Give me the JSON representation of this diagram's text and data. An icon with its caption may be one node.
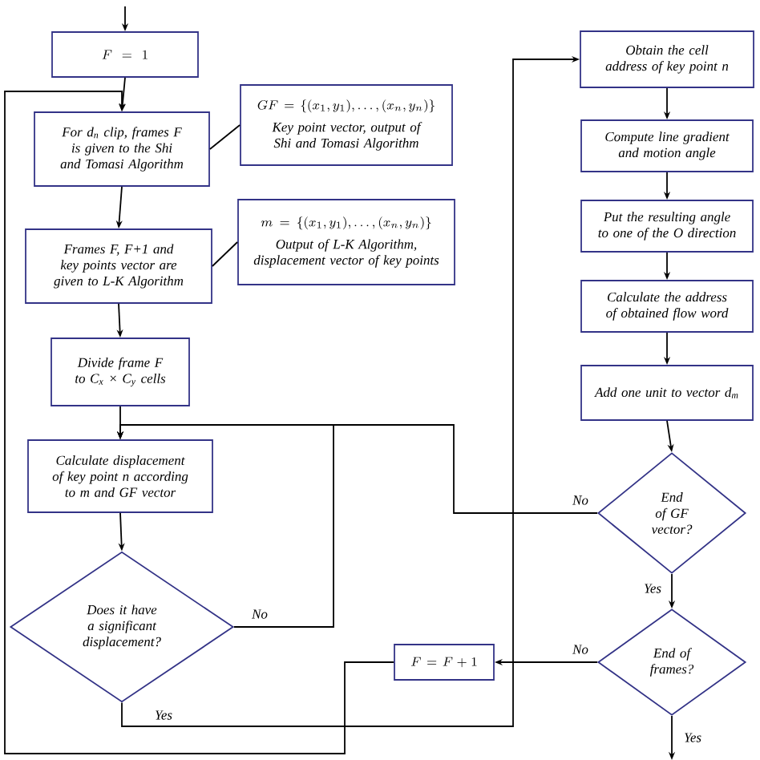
{
  "diagram": {
    "nodes": [
      {
        "text": [
          "F = 1"
        ]
      },
      {
        "text": [
          "For d$_{n}$ clip, frames F is given to the Shi and Tomasi Algorithm"
        ]
      },
      {
        "text": [
          "GF = \\{(x_1, y_1), \\dots, (x_n, y_n)\\}",
          "Key point vector, output of Shi and Tomasi Algorithm"
        ]
      },
      {
        "text": [
          "Frames F, F+1 and key points vector are given to L-K Algorithm"
        ]
      },
      {
        "text": [
          "m = \\{(x_1, y_1), \\dots, (x_n, y_n)\\}",
          "Output of L-K Algorithm, displacement vector of key points"
        ]
      },
      {
        "text": [
          "Divide frame F to C$_{x}$ × C$_{y}$ cells"
        ]
      },
      {
        "text": [
          "Calculate displacement of key point n according to m and GF vector"
        ]
      },
      {
        "text": [
          "Does it have a significant displacement?"
        ]
      },
      {
        "text": [
          "F = F + 1"
        ]
      },
      {
        "text": [
          "Obtain the cell address of key point n"
        ]
      },
      {
        "text": [
          "Compute line gradient and motion angle"
        ]
      },
      {
        "text": [
          "Put the resulting angle to one of the O direction"
        ]
      },
      {
        "text": [
          "Calculate the address of obtained flow word"
        ]
      },
      {
        "text": [
          "Add one unit to vector d$_{m}$"
        ]
      },
      {
        "text": [
          "End of GF vector?"
        ]
      },
      {
        "text": [
          "End of frames?"
        ]
      }
    ],
    "edges": [
      {
        "from": null,
        "to": 0,
        "arrow": "to"
      },
      {
        "from": 0,
        "to": 1,
        "arrow": "to"
      },
      {
        "from": 2,
        "to": 1,
        "arrow": "none"
      },
      {
        "from": 1,
        "to": 3,
        "arrow": "to"
      },
      {
        "from": 4,
        "to": 3,
        "arrow": "none"
      },
      {
        "from": 3,
        "to": 5,
        "arrow": "to"
      },
      {
        "from": 5,
        "to": 6,
        "arrow": "to"
      },
      {
        "from": 6,
        "to": 7,
        "arrow": "to"
      },
      {
        "from": 7,
        "to": 6,
        "arrow": "to",
        "label": "No"
      },
      {
        "from": 7,
        "to": 9,
        "arrow": "to",
        "label": "Yes"
      },
      {
        "from": 9,
        "to": 10,
        "arrow": "to"
      },
      {
        "from": 10,
        "to": 11,
        "arrow": "to"
      },
      {
        "from": 11,
        "to": 12,
        "arrow": "to"
      },
      {
        "from": 12,
        "to": 13,
        "arrow": "to"
      },
      {
        "from": 13,
        "to": 14,
        "arrow": "to"
      },
      {
        "from": 14,
        "to": 6,
        "arrow": "to",
        "label": "No"
      },
      {
        "from": 14,
        "to": 15,
        "arrow": "to",
        "label": "Yes"
      },
      {
        "from": 15,
        "to": 8,
        "arrow": "to",
        "label": "No"
      },
      {
        "from": 8,
        "to": 1,
        "arrow": "to"
      },
      {
        "from": 15,
        "to": null,
        "arrow": "to",
        "label": "Yes"
      }
    ]
  }
}
